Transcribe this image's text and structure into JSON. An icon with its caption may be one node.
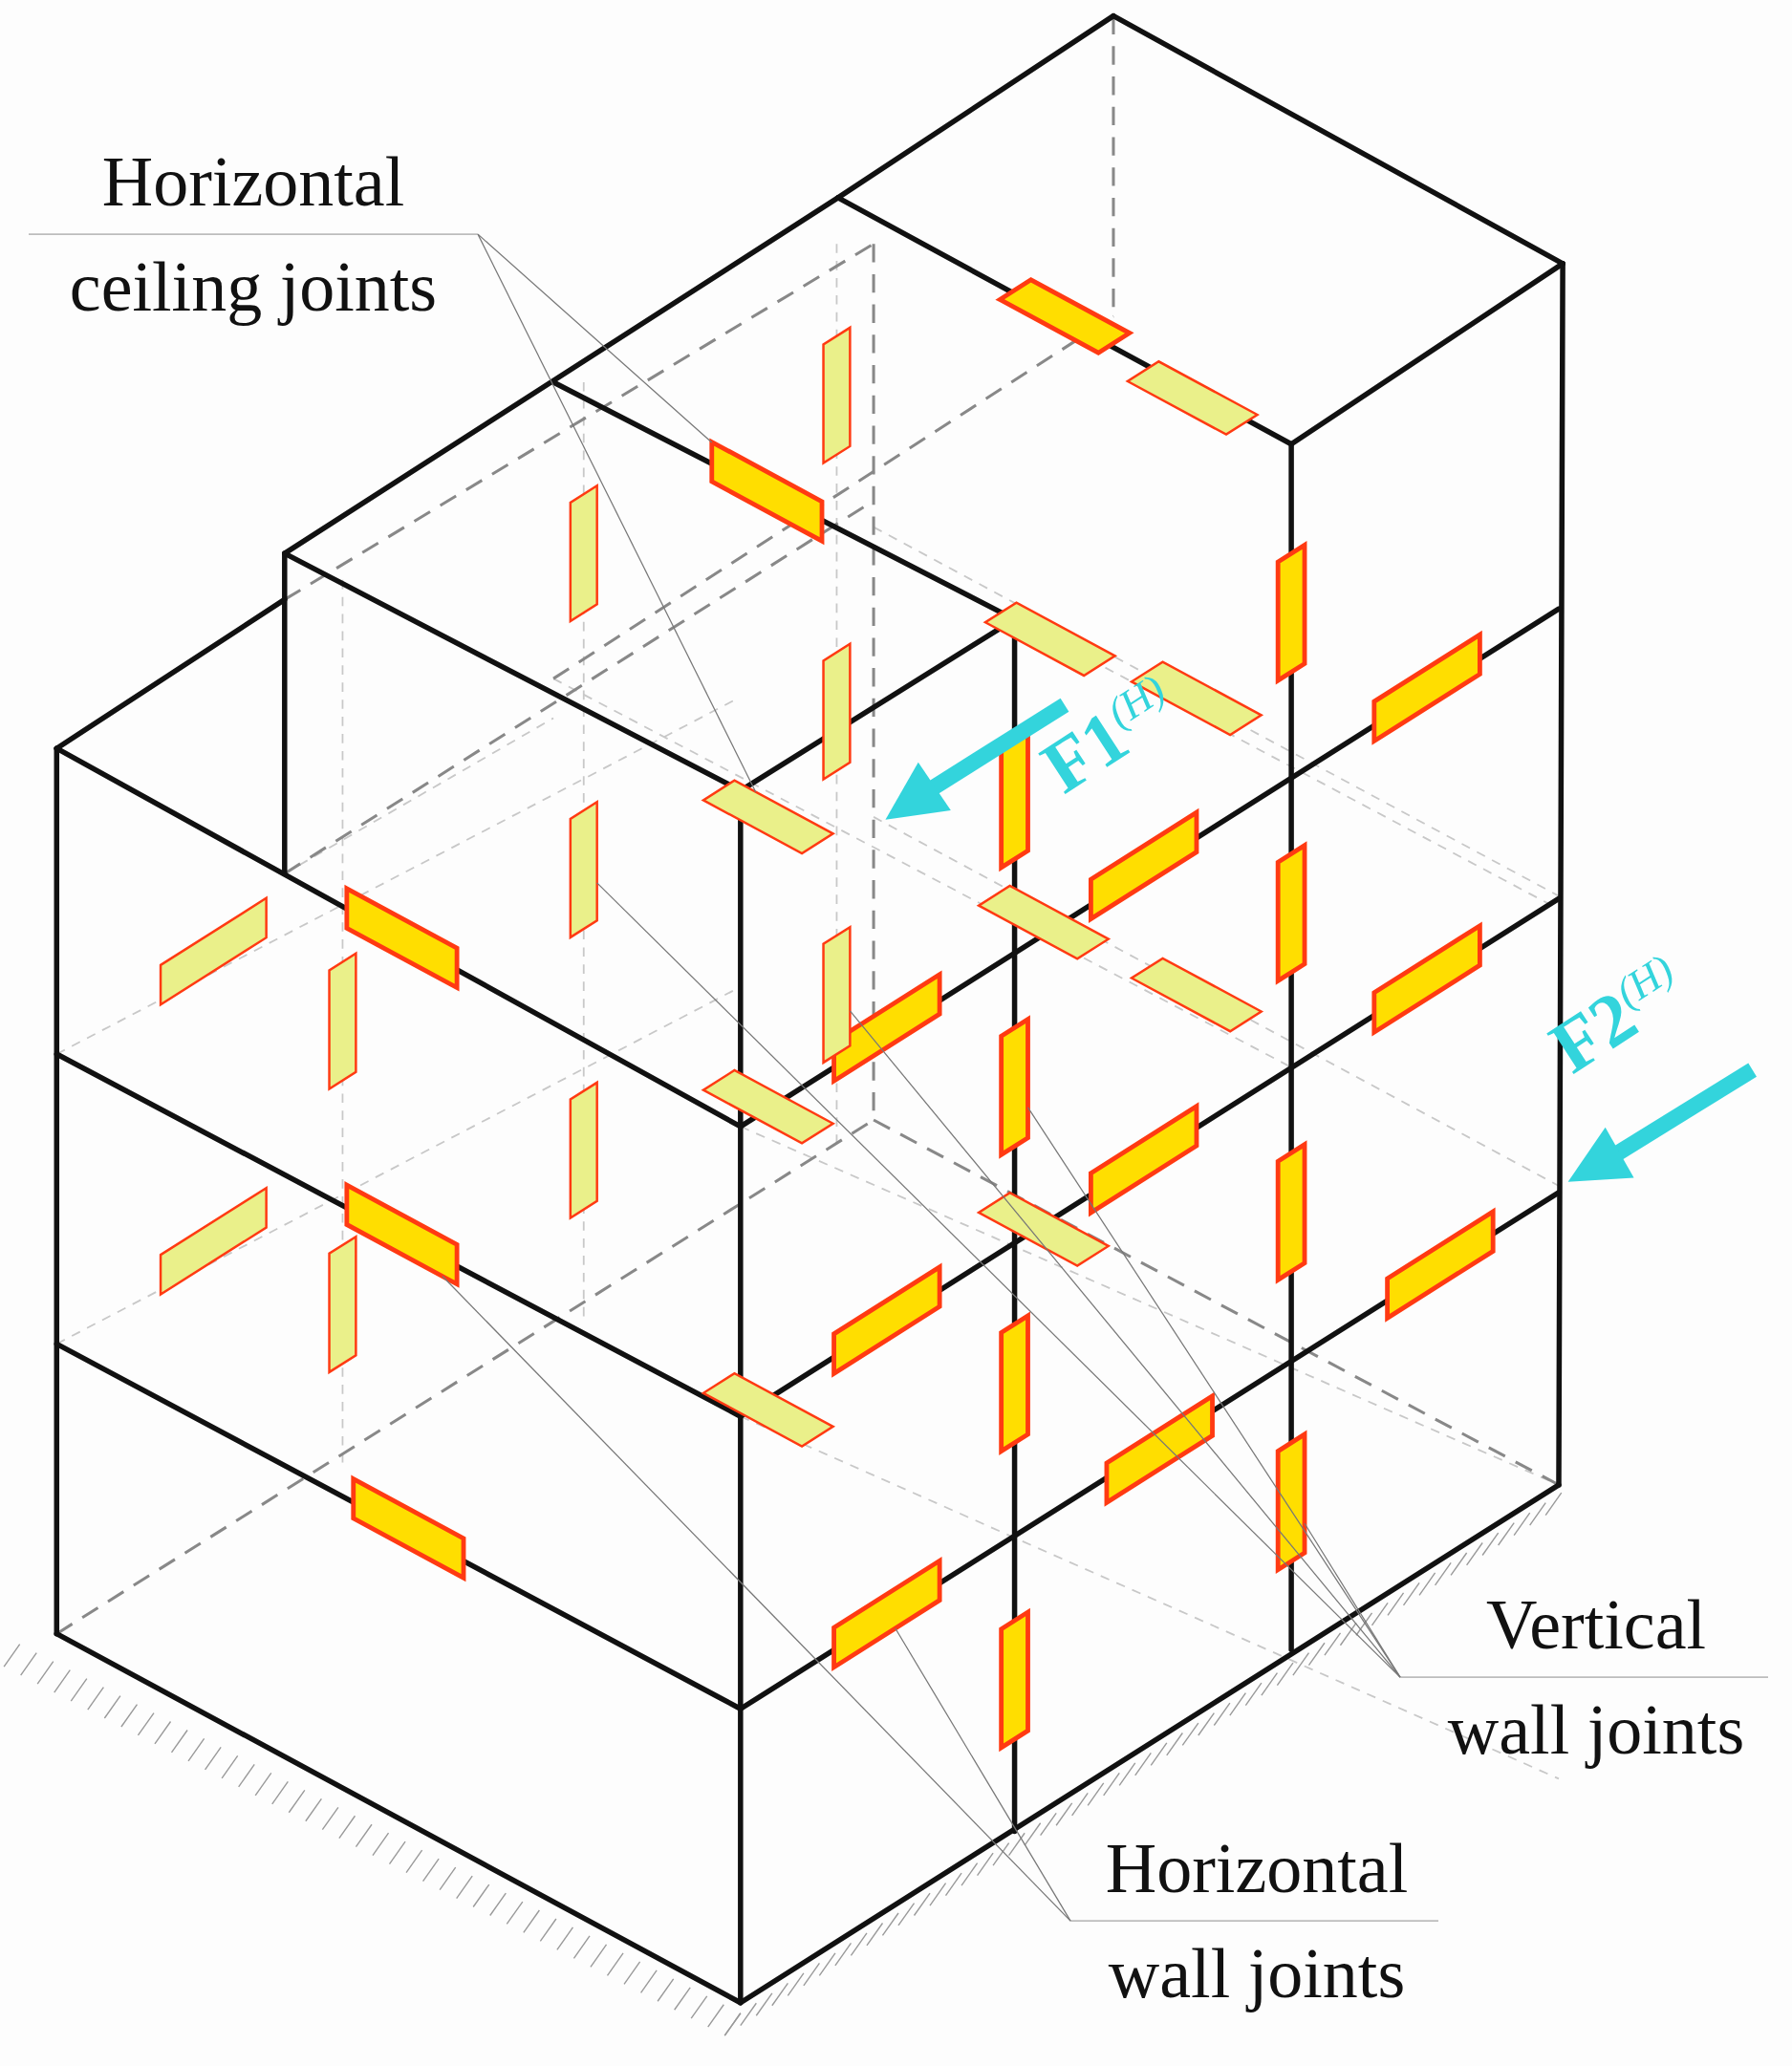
{
  "diagram": {
    "nodes": [
      {
        "text": [
          "Horizontal ceiling joints"
        ]
      },
      {
        "text": [],
        "shape": "box"
      },
      {
        "text": [],
        "shape": "box"
      },
      {
        "text": [
          "Vertical wall joints"
        ]
      },
      {
        "text": [],
        "shape": "box"
      },
      {
        "text": [],
        "shape": "box"
      },
      {
        "text": [],
        "shape": "box"
      },
      {
        "text": [],
        "shape": "box"
      },
      {
        "text": [
          "Horizontal wall joints"
        ]
      },
      {
        "text": [],
        "shape": "box"
      },
      {
        "text": [],
        "shape": "box"
      }
    ],
    "edges": [
      {
        "from": 0,
        "to": 1,
        "arrow": "none"
      },
      {
        "from": 0,
        "to": 2,
        "arrow": "none"
      },
      {
        "from": 3,
        "to": 4,
        "arrow": "none"
      },
      {
        "from": 3,
        "to": 5,
        "arrow": "none"
      },
      {
        "from": 3,
        "to": 6,
        "arrow": "none"
      },
      {
        "from": 3,
        "to": 7,
        "arrow": "none"
      },
      {
        "from": 8,
        "to": 9,
        "arrow": "none"
      },
      {
        "from": 8,
        "to": 10,
        "arrow": "none"
      }
    ],
    "labels": [
      "F1$^{(H)}$",
      "F2$^{(H)}$"
    ]
  }
}
